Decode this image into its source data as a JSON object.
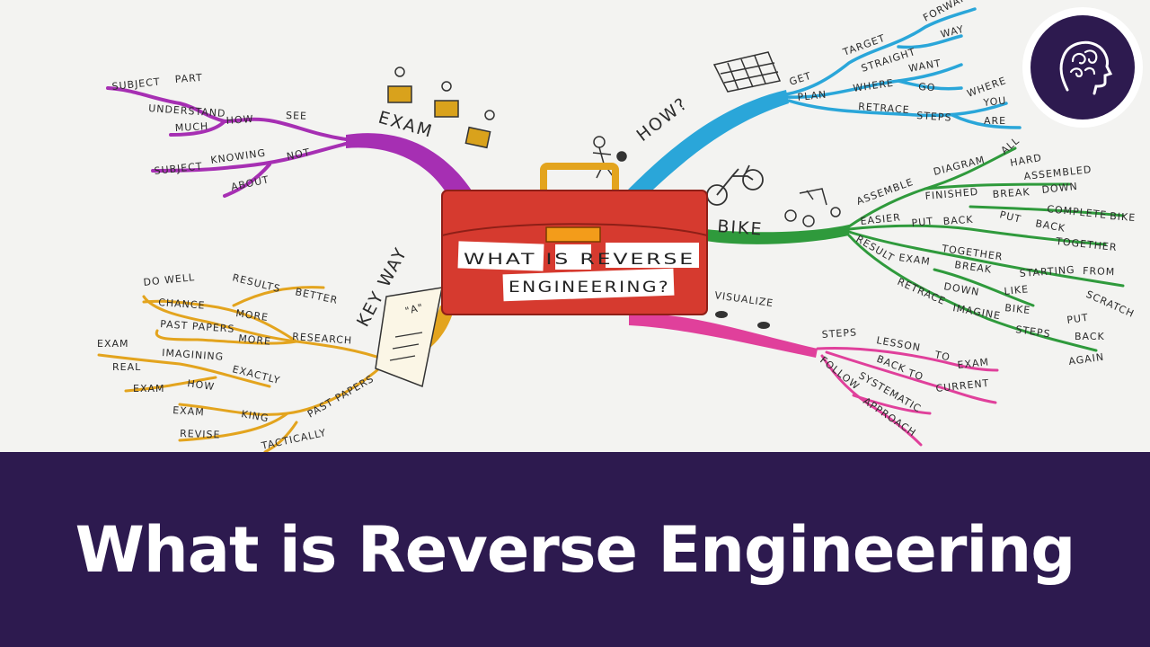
{
  "colors": {
    "banner": "#2d1a4f",
    "logo": "#2d1a4f",
    "purple_branch": "#a62fb3",
    "blue_branch": "#2aa6d9",
    "green_branch": "#2f9a3c",
    "pink_branch": "#e0409b",
    "orange_branch": "#e3a41e",
    "toolbox": "#d63a2f"
  },
  "banner": {
    "title": "What is Reverse Engineering"
  },
  "logo": {
    "icon": "brain-head-icon"
  },
  "center": {
    "line1": "WHAT IS REVERSE",
    "line2": "ENGINEERING?"
  },
  "branches": {
    "exam": {
      "label": "EXAM",
      "words": [
        "SUBJECT",
        "PART",
        "UNDERSTAND",
        "MUCH",
        "HOW",
        "SEE",
        "SUBJECT",
        "KNOWING",
        "NOT",
        "ABOUT"
      ]
    },
    "how": {
      "label": "HOW?",
      "words": [
        "GET",
        "TARGET",
        "FORWARD",
        "STRAIGHT",
        "WAY",
        "PLAN",
        "WHERE",
        "WANT",
        "GO",
        "RETRACE",
        "STEPS",
        "WHERE",
        "YOU",
        "ARE"
      ]
    },
    "bike": {
      "label": "BIKE",
      "words": [
        "ASSEMBLE",
        "DIAGRAM",
        "ALL",
        "HARD",
        "ASSEMBLED",
        "FINISHED",
        "BREAK",
        "DOWN",
        "COMPLETE",
        "BIKE",
        "EASIER",
        "PUT",
        "BACK",
        "PUT",
        "BACK",
        "TOGETHER",
        "TOGETHER",
        "STARTING",
        "FROM",
        "RESULT",
        "EXAM",
        "BREAK",
        "DOWN",
        "LIKE",
        "BIKE",
        "SCRATCH",
        "RETRACE",
        "IMAGINE",
        "STEPS",
        "PUT",
        "BACK",
        "AGAIN"
      ]
    },
    "visualize": {
      "label": "VISUALIZE",
      "words": [
        "STEPS",
        "LESSON",
        "TO",
        "EXAM",
        "BACK",
        "TO",
        "CURRENT",
        "FOLLOW",
        "SYSTEMATIC",
        "APPROACH"
      ]
    },
    "key_way": {
      "label": "KEY WAY",
      "words": [
        "DO WELL",
        "RESULTS",
        "BETTER",
        "CHANCE",
        "MORE",
        "PAST PAPERS",
        "MORE",
        "RESEARCH",
        "EXAM",
        "IMAGINING",
        "EXACTLY",
        "REAL",
        "EXAM",
        "HOW",
        "EXAM",
        "KING",
        "REVISE",
        "PAST PAPERS",
        "TACTICALLY",
        "\"A\""
      ]
    }
  }
}
